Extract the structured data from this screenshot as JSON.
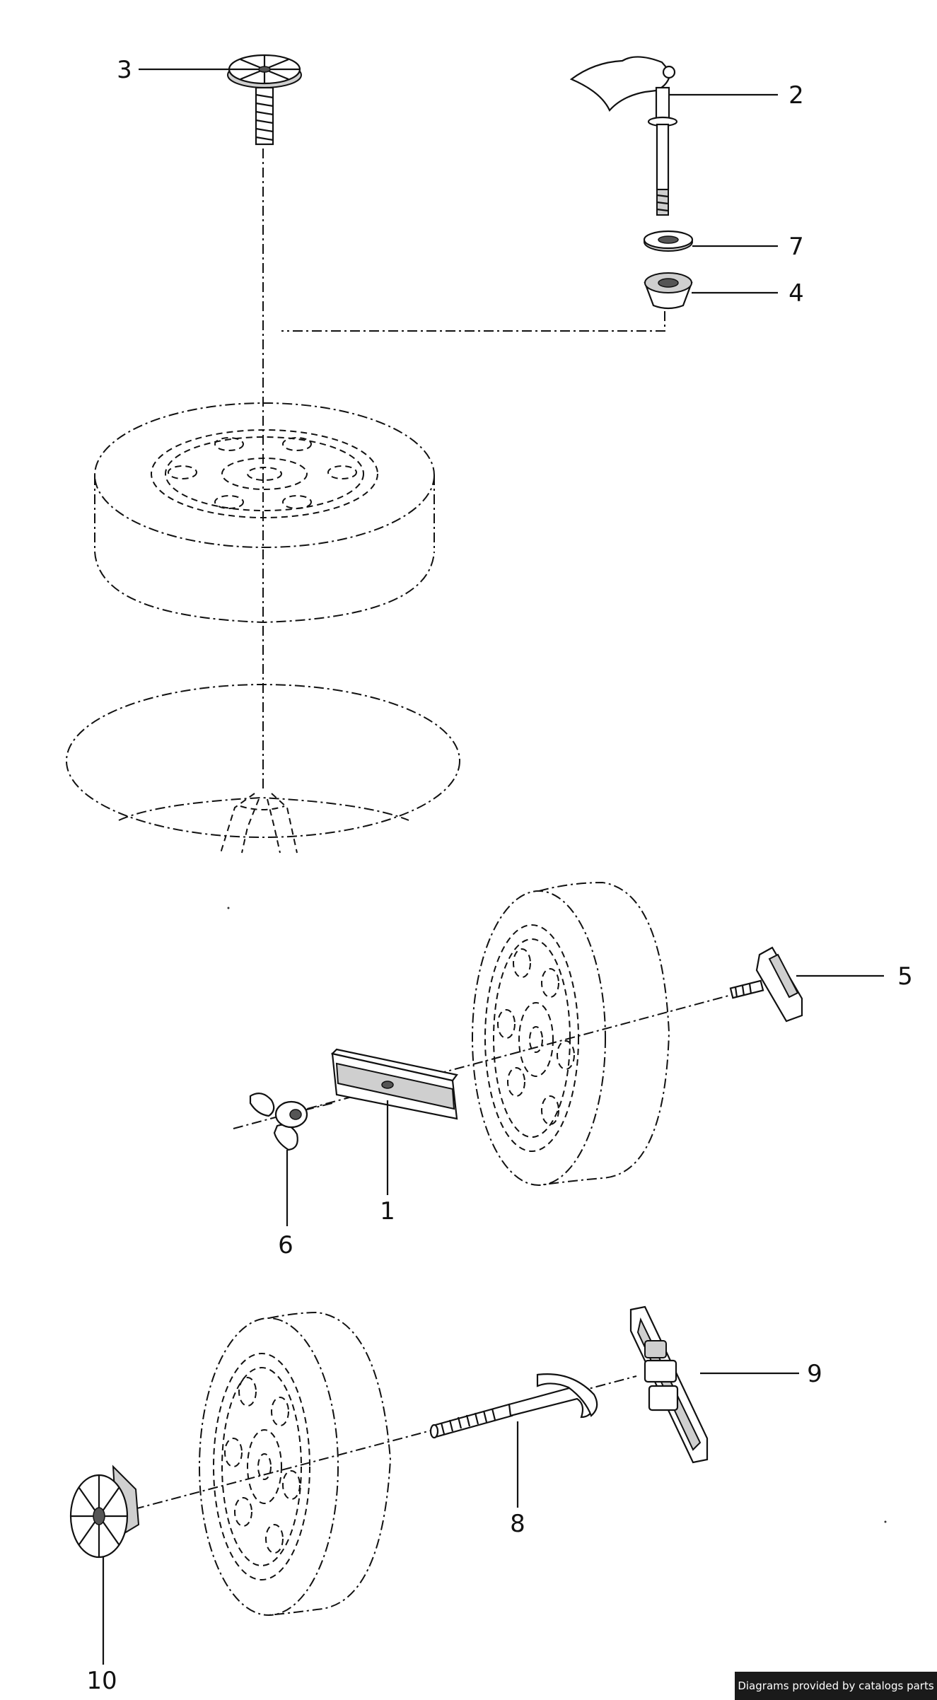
{
  "diagram": {
    "callouts": [
      "1",
      "2",
      "3",
      "4",
      "5",
      "6",
      "7",
      "8",
      "9",
      "10"
    ]
  },
  "footer": {
    "credit": "Diagrams provided by catalogs parts"
  }
}
